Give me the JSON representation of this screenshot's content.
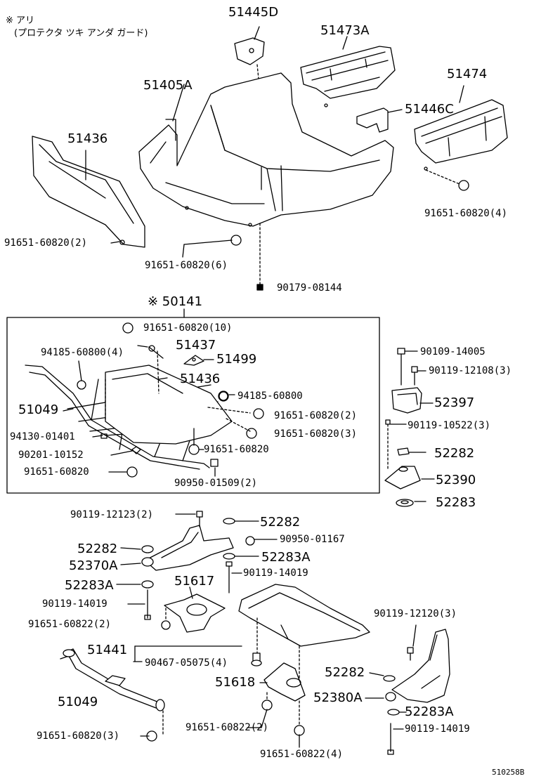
{
  "note": {
    "line1": "※ アリ",
    "line2": "(プロテクタ ツキ アンダ ガード)"
  },
  "group_label": "※ 50141",
  "diagram_code": "510258B",
  "labels": {
    "p51445D": "51445D",
    "p51473A": "51473A",
    "p51405A": "51405A",
    "p51474": "51474",
    "p51446C": "51446C",
    "p51436_top": "51436",
    "b91651_60820_4": "91651-60820(4)",
    "b91651_60820_2_top": "91651-60820(2)",
    "b91651_60820_6": "91651-60820(6)",
    "b90179_08144": "90179-08144",
    "b91651_60820_10": "91651-60820(10)",
    "b94185_60800_4": "94185-60800(4)",
    "p51437": "51437",
    "p51499": "51499",
    "p51436_box": "51436",
    "b94185_60800": "94185-60800",
    "p51049_box": "51049",
    "b91651_60820_2_box": "91651-60820(2)",
    "b94130_01401": "94130-01401",
    "b91651_60820_3_box": "91651-60820(3)",
    "b90201_10152": "90201-10152",
    "b91651_60820_box_a": "91651-60820",
    "b91651_60820_box_b": "91651-60820",
    "b90950_01509_2": "90950-01509(2)",
    "b90109_14005": "90109-14005",
    "b90119_12108_3": "90119-12108(3)",
    "p52397": "52397",
    "b90119_10522_3": "90119-10522(3)",
    "p52282_r": "52282",
    "p52390": "52390",
    "p52283": "52283",
    "b90119_12123_2": "90119-12123(2)",
    "p52282_a": "52282",
    "p52282_b": "52282",
    "b90950_01167": "90950-01167",
    "p52370A": "52370A",
    "p52283A_a": "52283A",
    "p52283A_b": "52283A",
    "b90119_14019_a": "90119-14019",
    "p51617": "51617",
    "b90119_14019_b": "90119-14019",
    "b91651_60822_2_a": "91651-60822(2)",
    "b90119_12120_3": "90119-12120(3)",
    "p51441": "51441",
    "b90467_05075_4": "90467-05075(4)",
    "p52282_c": "52282",
    "p51618": "51618",
    "p52380A": "52380A",
    "p51049_bottom": "51049",
    "p52283A_c": "52283A",
    "b90119_14019_c": "90119-14019",
    "b91651_60820_3_bottom": "91651-60820(3)",
    "b91651_60822_2_b": "91651-60822(2)",
    "b91651_60822_4": "91651-60822(4)"
  }
}
